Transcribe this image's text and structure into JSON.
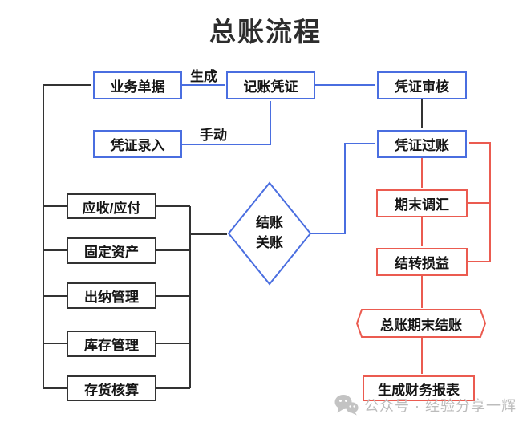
{
  "title": "总账流程",
  "nodes": {
    "business_doc": "业务单据",
    "journal_voucher": "记账凭证",
    "voucher_review": "凭证审核",
    "voucher_entry": "凭证录入",
    "voucher_posting": "凭证过账",
    "fx_revaluation": "期末调汇",
    "transfer_pl": "结转损益",
    "ar_ap": "应收/应付",
    "fixed_assets": "固定资产",
    "cashier": "出纳管理",
    "inventory": "库存管理",
    "stock_accounting": "存货核算",
    "closing": "结账\n关账",
    "gl_closing": "总账期末结账",
    "reports": "生成财务报表"
  },
  "edge_labels": {
    "generate": "生成",
    "manual": "手动"
  },
  "watermark": "公众号 · 经验分享一辉",
  "colors": {
    "blue": "#4a6ee0",
    "red": "#eb5b50",
    "dark": "#333333",
    "watermark_gray": "#bcbcbc"
  }
}
